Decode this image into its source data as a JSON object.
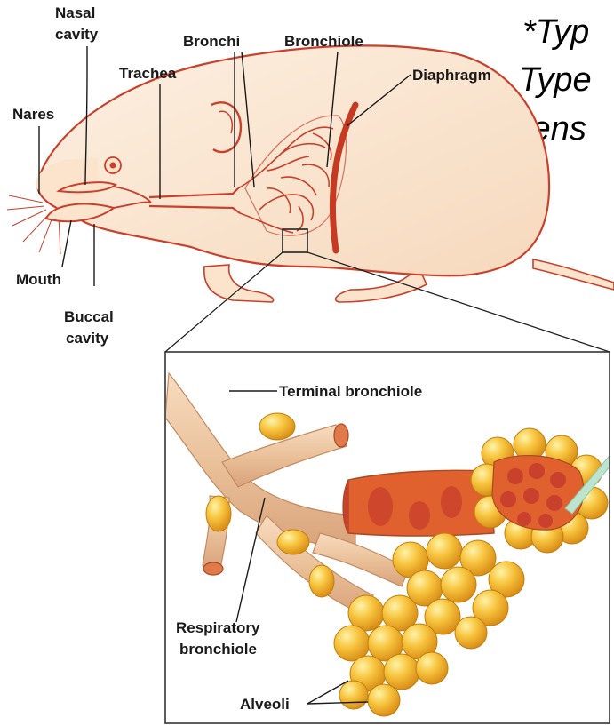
{
  "slide_text": {
    "line1": "*Typ",
    "line2": "Type",
    "line3": "tens"
  },
  "labels": {
    "nasal": "Nasal",
    "cavity": "cavity",
    "nares": "Nares",
    "trachea": "Trachea",
    "bronchi": "Bronchi",
    "bronchiole": "Bronchiole",
    "diaphragm": "Diaphragm",
    "mouth": "Mouth",
    "buccal": "Buccal",
    "buccal_cavity": "cavity",
    "terminal_bronchiole": "Terminal bronchiole",
    "respiratory": "Respiratory",
    "respiratory_bronchiole": "bronchiole",
    "alveoli": "Alveoli"
  },
  "colors": {
    "body_fill": "#fbe8d4",
    "outline": "#c9412c",
    "airway": "#e6b890",
    "alveolus": "#f3b334",
    "alveolus_highlight": "#ffe07a",
    "cut_surface": "#e05a2a",
    "inset_border": "#333333"
  }
}
